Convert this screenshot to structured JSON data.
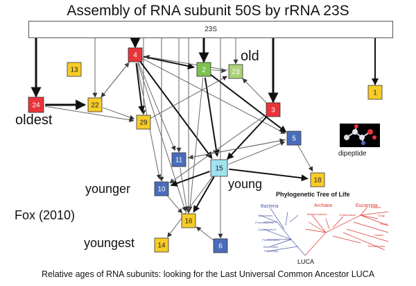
{
  "title": "Assembly of RNA subunit 50S by rRNA 23S",
  "bar_label": "23S",
  "nodes": [
    {
      "id": "4",
      "color": "#e8343a",
      "textColor": "#ffffff"
    },
    {
      "id": "13",
      "color": "#f7cc27",
      "textColor": "#222222"
    },
    {
      "id": "2",
      "color": "#7cc24f",
      "textColor": "#ffffff"
    },
    {
      "id": "23",
      "color": "#a9d276",
      "textColor": "#ffffff"
    },
    {
      "id": "1",
      "color": "#f7cc27",
      "textColor": "#222222"
    },
    {
      "id": "24",
      "color": "#e8343a",
      "textColor": "#ffffff"
    },
    {
      "id": "22",
      "color": "#f7cc27",
      "textColor": "#222222"
    },
    {
      "id": "3",
      "color": "#e8343a",
      "textColor": "#ffffff"
    },
    {
      "id": "29",
      "color": "#f7cc27",
      "textColor": "#222222"
    },
    {
      "id": "5",
      "color": "#4a6dba",
      "textColor": "#ffffff"
    },
    {
      "id": "11",
      "color": "#4a6dba",
      "textColor": "#ffffff"
    },
    {
      "id": "15",
      "color": "#9fe3ef",
      "textColor": "#222222"
    },
    {
      "id": "18",
      "color": "#f7cc27",
      "textColor": "#222222"
    },
    {
      "id": "10",
      "color": "#4a6dba",
      "textColor": "#ffffff"
    },
    {
      "id": "16",
      "color": "#f7cc27",
      "textColor": "#222222"
    },
    {
      "id": "14",
      "color": "#f7cc27",
      "textColor": "#222222"
    },
    {
      "id": "6",
      "color": "#4a6dba",
      "textColor": "#ffffff"
    }
  ],
  "labels": {
    "old": "old",
    "oldest": "oldest",
    "younger": "younger",
    "young": "young",
    "youngest": "youngest",
    "author": "Fox (2010)"
  },
  "molecule_label": "dipeptide",
  "tree": {
    "title": "Phylogenetic Tree of Life",
    "bacteria": "Bacteria",
    "archaea": "Archaea",
    "eucaryota": "Eucaryota",
    "root": "LUCA"
  },
  "caption": "Relative ages of RNA subunits: looking for the Last Universal Common Ancestor LUCA"
}
